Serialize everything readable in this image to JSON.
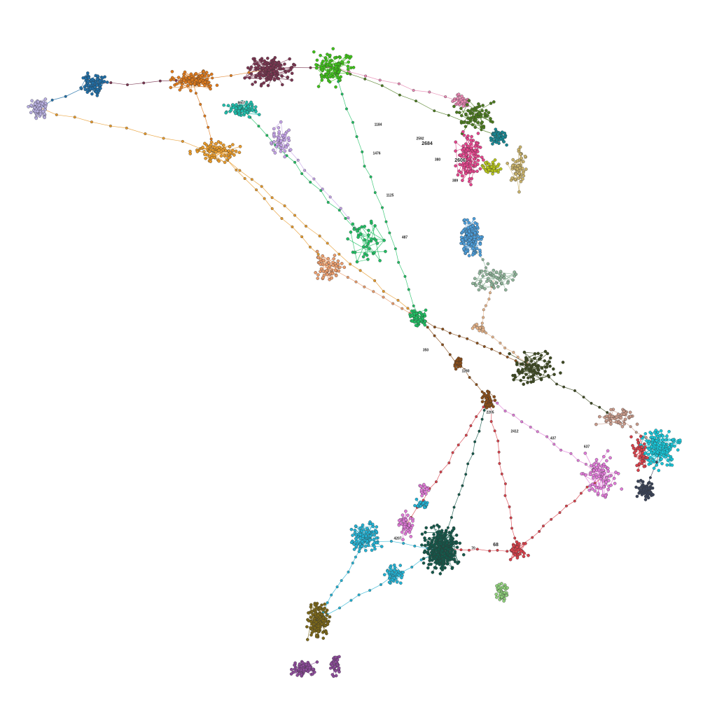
{
  "graph": {
    "background": "#ffffff",
    "cluster_colors": {
      "lavender": "#b7aee0",
      "steel-blue": "#1f6fa8",
      "orange": "#e07a1b",
      "plum": "#7a3550",
      "lime-green": "#3fc21a",
      "teal": "#1fbfad",
      "violet-light": "#c3a2e6",
      "amber": "#e89a2a",
      "salmon": "#eb9c6b",
      "pink": "#e787b2",
      "olive-green": "#4b7a1f",
      "magenta": "#e4448c",
      "petrol": "#178894",
      "khaki": "#c9b26a",
      "chartreuse": "#b6c51c",
      "sky-blue": "#4c9edb",
      "sage": "#8fb59a",
      "emerald": "#1fbf63",
      "tan": "#e6b48a",
      "dark-olive": "#3e4a22",
      "brown": "#8a4e1a",
      "rose-brown": "#c89a8a",
      "cyan": "#18c6d8",
      "slate": "#3a4358",
      "orchid": "#e07ad8",
      "crimson": "#d8404a",
      "dark-teal": "#14584a",
      "light-green": "#8ed07a",
      "azure": "#22b2d4",
      "olive": "#7a6618",
      "purple": "#8c4a9a"
    },
    "labels": [
      {
        "text": "2684",
        "major": true
      },
      {
        "text": "2606",
        "major": true
      },
      {
        "text": "2592",
        "major": false
      },
      {
        "text": "1184",
        "major": false
      },
      {
        "text": "1476",
        "major": false
      },
      {
        "text": "1125",
        "major": false
      },
      {
        "text": "487",
        "major": false
      },
      {
        "text": "380",
        "major": false
      },
      {
        "text": "389",
        "major": false
      },
      {
        "text": "8607",
        "major": false
      },
      {
        "text": "2205",
        "major": false
      },
      {
        "text": "2412",
        "major": false
      },
      {
        "text": "350",
        "major": false
      },
      {
        "text": "1280",
        "major": false
      },
      {
        "text": "68",
        "major": true
      },
      {
        "text": "70",
        "major": false
      },
      {
        "text": "4207",
        "major": false
      },
      {
        "text": "637",
        "major": false
      },
      {
        "text": "437",
        "major": false
      }
    ]
  }
}
